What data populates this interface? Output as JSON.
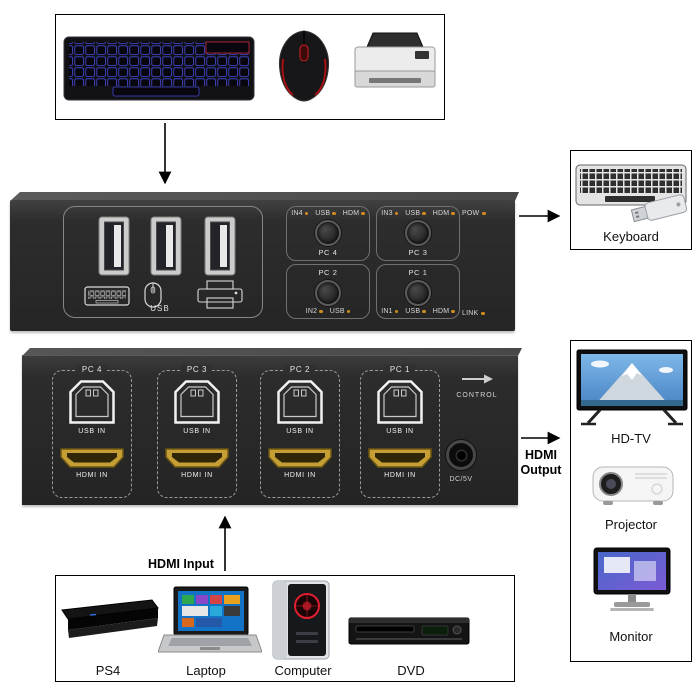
{
  "colors": {
    "arrow": "#000000",
    "device_body": "#2c2c2c",
    "panel_line": "#9b9b9b",
    "led_amber": "#d08c20",
    "hdmi_gold": "#c59f35",
    "tv_sky_blue": "#5b9fde"
  },
  "peripherals_box": {
    "items": [
      {
        "name": "gaming-keyboard"
      },
      {
        "name": "gaming-mouse"
      },
      {
        "name": "printer"
      }
    ]
  },
  "top_device": {
    "usb_section_label": "USB",
    "pow_label": "POW",
    "link_label": "LINK",
    "quadrants": [
      {
        "pc_label": "PC 4",
        "leds": [
          "IN4",
          "USB",
          "HDM"
        ]
      },
      {
        "pc_label": "PC 3",
        "leds": [
          "IN3",
          "USB",
          "HDM"
        ]
      },
      {
        "pc_label": "PC 2",
        "leds": [
          "IN2",
          "USB"
        ]
      },
      {
        "pc_label": "PC 1",
        "leds": [
          "IN1",
          "USB",
          "HDM"
        ]
      }
    ]
  },
  "front_device": {
    "groups": [
      {
        "pc_label": "PC 4",
        "usb_label": "USB IN",
        "hdmi_label": "HDMI IN"
      },
      {
        "pc_label": "PC 3",
        "usb_label": "USB IN",
        "hdmi_label": "HDMI IN"
      },
      {
        "pc_label": "PC 2",
        "usb_label": "USB IN",
        "hdmi_label": "HDMI IN"
      },
      {
        "pc_label": "PC 1",
        "usb_label": "USB IN",
        "hdmi_label": "HDMI IN"
      }
    ],
    "control_label": "CONTROL",
    "dc_label": "DC/5V"
  },
  "keyboard_box": {
    "label": "Keyboard"
  },
  "output_box": {
    "hdmi_output_line1": "HDMI",
    "hdmi_output_line2": "Output",
    "devices": [
      {
        "label": "HD-TV"
      },
      {
        "label": "Projector"
      },
      {
        "label": "Monitor"
      }
    ]
  },
  "input_box": {
    "hdmi_input_label": "HDMI Input",
    "devices": [
      {
        "label": "PS4"
      },
      {
        "label": "Laptop"
      },
      {
        "label": "Computer"
      },
      {
        "label": "DVD"
      }
    ]
  }
}
